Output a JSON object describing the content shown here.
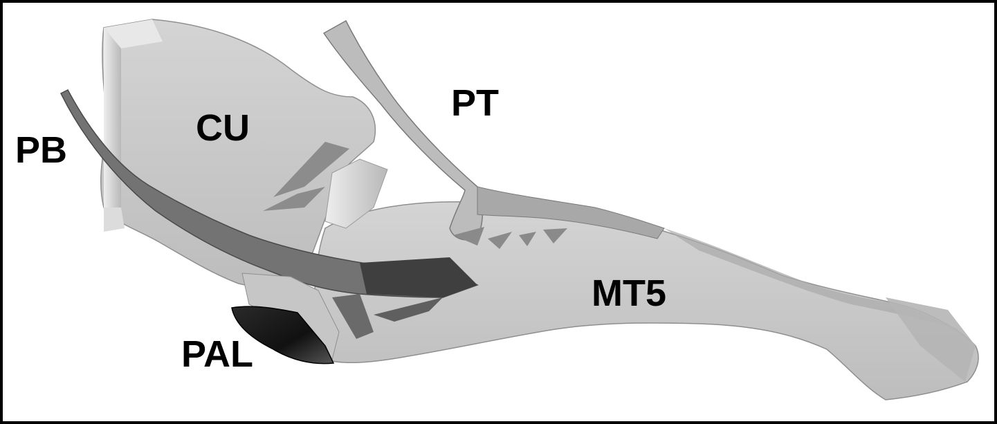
{
  "figure": {
    "labels": {
      "pt": "PT",
      "cu": "CU",
      "pb": "PB",
      "mt5": "MT5",
      "pal": "PAL"
    },
    "colors": {
      "bone_light": "#c9c9c9",
      "bone_highlight": "#e6e6e6",
      "bone_shadow": "#9a9a9a",
      "ligament_mid": "#6f6f6f",
      "ligament_dark": "#3c3c3c",
      "pal_dark": "#1e1e1e",
      "frame": "#000000",
      "text": "#000000"
    }
  }
}
